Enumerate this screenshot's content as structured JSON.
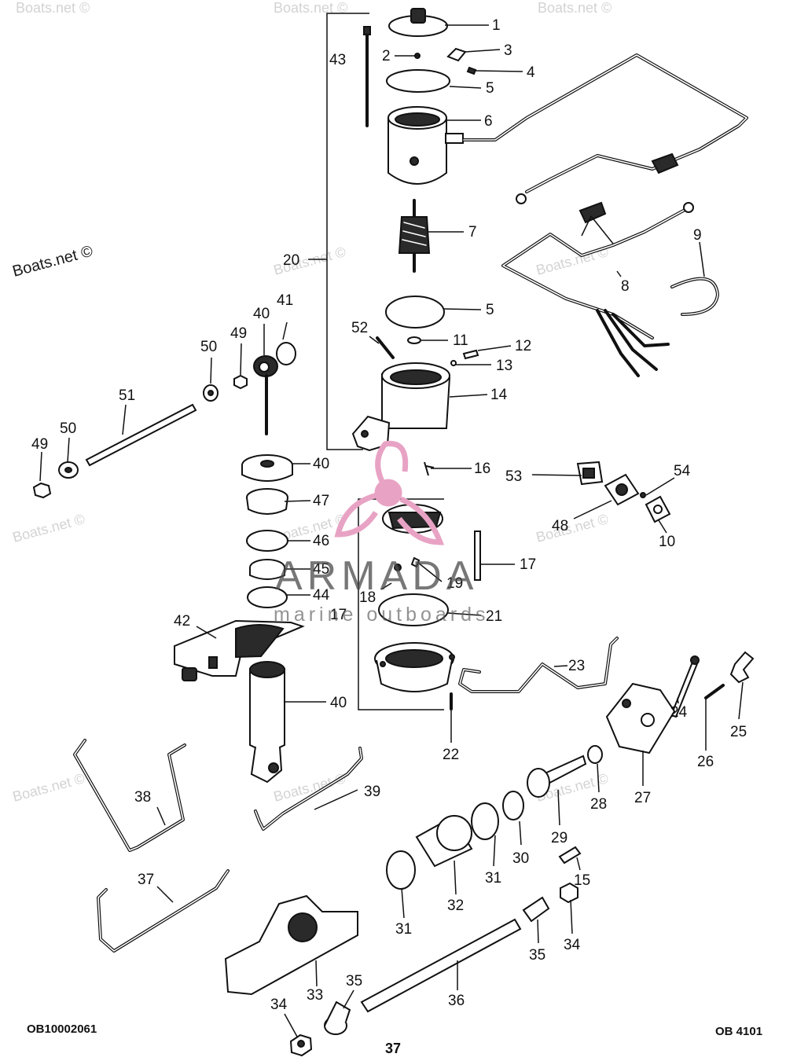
{
  "watermarks": {
    "boats_main": "Boats.net ©",
    "boats_faint": "Boats.net ©"
  },
  "brand": {
    "name": "ARMADA",
    "tagline": "marine outboards",
    "accent_color": "#e8a3c4",
    "text_color": "#4a4a4a"
  },
  "footer": {
    "left_code": "OB10002061",
    "page_number": "37",
    "right_code": "OB 4101"
  },
  "callouts": [
    {
      "id": "c1",
      "text": "1"
    },
    {
      "id": "c2",
      "text": "2"
    },
    {
      "id": "c3",
      "text": "3"
    },
    {
      "id": "c4",
      "text": "4"
    },
    {
      "id": "c5a",
      "text": "5"
    },
    {
      "id": "c6",
      "text": "6"
    },
    {
      "id": "c43",
      "text": "43"
    },
    {
      "id": "c7",
      "text": "7"
    },
    {
      "id": "c20",
      "text": "20"
    },
    {
      "id": "c9",
      "text": "9"
    },
    {
      "id": "c8",
      "text": "8"
    },
    {
      "id": "c5b",
      "text": "5"
    },
    {
      "id": "c41",
      "text": "41"
    },
    {
      "id": "c40a",
      "text": "40"
    },
    {
      "id": "c49a",
      "text": "49"
    },
    {
      "id": "c50a",
      "text": "50"
    },
    {
      "id": "c52",
      "text": "52"
    },
    {
      "id": "c11",
      "text": "11"
    },
    {
      "id": "c12",
      "text": "12"
    },
    {
      "id": "c13",
      "text": "13"
    },
    {
      "id": "c14",
      "text": "14"
    },
    {
      "id": "c51",
      "text": "51"
    },
    {
      "id": "c49b",
      "text": "49"
    },
    {
      "id": "c50b",
      "text": "50"
    },
    {
      "id": "c40b",
      "text": "40"
    },
    {
      "id": "c16",
      "text": "16"
    },
    {
      "id": "c53",
      "text": "53"
    },
    {
      "id": "c54",
      "text": "54"
    },
    {
      "id": "c47",
      "text": "47"
    },
    {
      "id": "c48",
      "text": "48"
    },
    {
      "id": "c10",
      "text": "10"
    },
    {
      "id": "c46",
      "text": "46"
    },
    {
      "id": "c45",
      "text": "45"
    },
    {
      "id": "c17a",
      "text": "17"
    },
    {
      "id": "c19",
      "text": "19"
    },
    {
      "id": "c18",
      "text": "18"
    },
    {
      "id": "c44",
      "text": "44"
    },
    {
      "id": "c17b",
      "text": "17"
    },
    {
      "id": "c21",
      "text": "21"
    },
    {
      "id": "c42",
      "text": "42"
    },
    {
      "id": "c23",
      "text": "23"
    },
    {
      "id": "c40c",
      "text": "40"
    },
    {
      "id": "c24",
      "text": "24"
    },
    {
      "id": "c25",
      "text": "25"
    },
    {
      "id": "c22",
      "text": "22"
    },
    {
      "id": "c26",
      "text": "26"
    },
    {
      "id": "c27",
      "text": "27"
    },
    {
      "id": "c28",
      "text": "28"
    },
    {
      "id": "c38",
      "text": "38"
    },
    {
      "id": "c39",
      "text": "39"
    },
    {
      "id": "c29",
      "text": "29"
    },
    {
      "id": "c30",
      "text": "30"
    },
    {
      "id": "c31a",
      "text": "31"
    },
    {
      "id": "c15",
      "text": "15"
    },
    {
      "id": "c37",
      "text": "37"
    },
    {
      "id": "c32",
      "text": "32"
    },
    {
      "id": "c31b",
      "text": "31"
    },
    {
      "id": "c34a",
      "text": "34"
    },
    {
      "id": "c35a",
      "text": "35"
    },
    {
      "id": "c33",
      "text": "33"
    },
    {
      "id": "c35b",
      "text": "35"
    },
    {
      "id": "c36",
      "text": "36"
    },
    {
      "id": "c34b",
      "text": "34"
    }
  ]
}
